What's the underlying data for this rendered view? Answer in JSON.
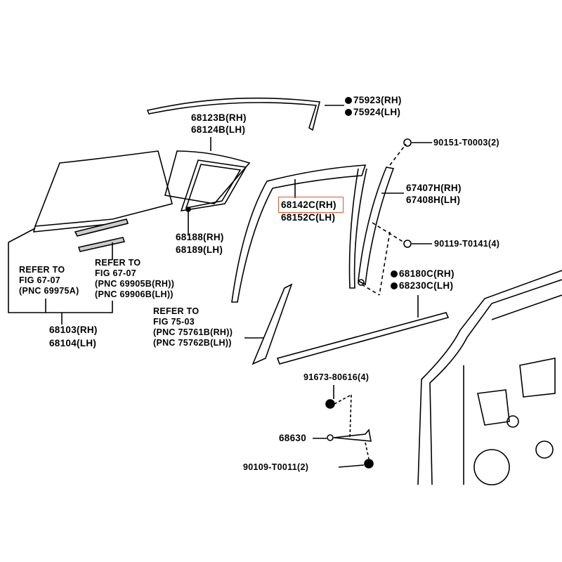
{
  "parts": {
    "p75923": "75923(RH)",
    "p75924": "75924(LH)",
    "p68123b": "68123B(RH)",
    "p68124b": "68124B(LH)",
    "p90151": "90151-T0003(2)",
    "p67407h": "67407H(RH)",
    "p67408h": "67408H(LH)",
    "p68142c": "68142C(RH)",
    "p68152c": "68152C(LH)",
    "p68188": "68188(RH)",
    "p68189": "68189(LH)",
    "p90119": "90119-T0141(4)",
    "p68180c": "68180C(RH)",
    "p68230c": "68230C(LH)",
    "p68103": "68103(RH)",
    "p68104": "68104(LH)",
    "p91673": "91673-80616(4)",
    "p68630": "68630",
    "p90109": "90109-T0011(2)"
  },
  "refs": {
    "ref1": [
      "REFER TO",
      "FIG 67-07",
      "(PNC 69975A)"
    ],
    "ref2": [
      "REFER TO",
      "FIG 67-07",
      "(PNC 69905B(RH))",
      "(PNC 69906B(LH))"
    ],
    "ref3": [
      "REFER TO",
      "FIG 75-03",
      "(PNC 75761B(RH))",
      "(PNC 75762B(LH))"
    ]
  },
  "highlight": {
    "part": "68142C(RH)",
    "color": "#e0582a"
  }
}
